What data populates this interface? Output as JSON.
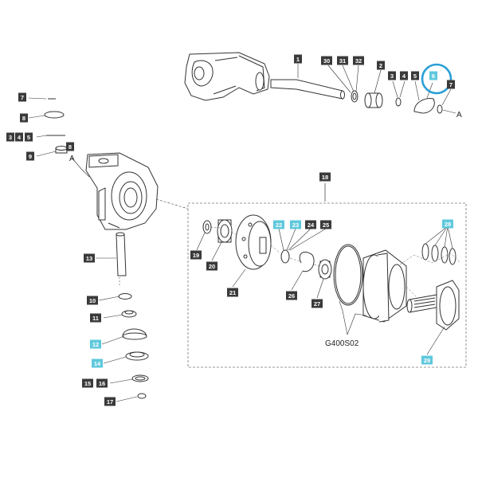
{
  "diagram": {
    "code": "G400S02",
    "ref_letter": "A",
    "labels": [
      "1",
      "2",
      "3",
      "4",
      "5",
      "6",
      "7",
      "8",
      "9",
      "10",
      "11",
      "12",
      "13",
      "14",
      "15",
      "16",
      "17",
      "18",
      "19",
      "20",
      "21",
      "22",
      "23",
      "24",
      "25",
      "26",
      "27",
      "28",
      "29",
      "30",
      "31",
      "32"
    ],
    "highlighted": [
      "6",
      "12",
      "14",
      "22",
      "23",
      "28",
      "29"
    ],
    "circled": "6"
  },
  "colors": {
    "label_dark": "#3a3a3a",
    "label_highlight": "#5fc8dc",
    "circle": "#2a9fd6",
    "line": "#333333"
  }
}
